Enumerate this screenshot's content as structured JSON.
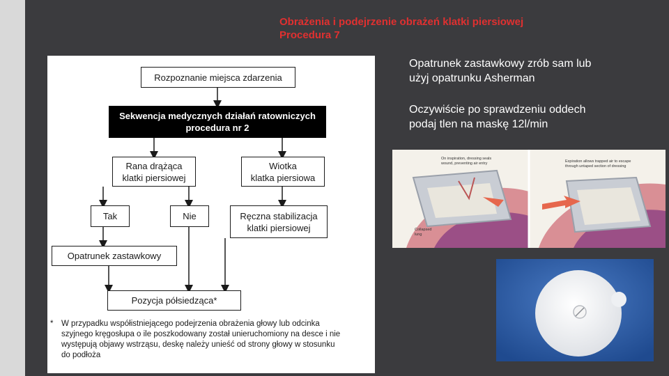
{
  "title": {
    "line1": "Obrażenia i podejrzenie obrażeń klatki piersiowej",
    "line2": "Procedura 7"
  },
  "notes": {
    "dressing_line1": "Opatrunek zastawkowy zrób sam lub",
    "dressing_line2": "użyj opatrunku Asherman",
    "oxygen_line1": "Oczywiście po sprawdzeniu oddech",
    "oxygen_line2": "podaj tlen na maskę 12l/min"
  },
  "flowchart": {
    "recognition": "Rozpoznanie miejsca zdarzenia",
    "sequence_line1": "Sekwencja medycznych działań ratowniczych",
    "sequence_line2": "procedura nr 2",
    "wound_line1": "Rana drążąca",
    "wound_line2": "klatki piersiowej",
    "flail_line1": "Wiotka",
    "flail_line2": "klatka piersiowa",
    "yes": "Tak",
    "no": "Nie",
    "stabilization_line1": "Ręczna stabilizacja",
    "stabilization_line2": "klatki piersiowej",
    "valve_dressing": "Opatrunek zastawkowy",
    "position": "Pozycja półsiedząca*",
    "footnote_star": "*",
    "footnote_line1": "W przypadku współistniejącego podejrzenia obrażenia głowy lub odcinka",
    "footnote_line2": "szyjnego kręgosłupa o ile poszkodowany został unieruchomiony na desce i nie",
    "footnote_line3": "występują objawy wstrząsu, deskę należy unieść od strony głowy w stosunku",
    "footnote_line4": "do podłoża"
  },
  "illustration": {
    "caption_left_line1": "On inspiration, dressing seals",
    "caption_left_line2": "wound, preventing air entry",
    "caption_right_line1": "Expiration allows trapped air to escape",
    "caption_right_line2": "through untaped section of dressing",
    "caption_lung_line1": "Collapsed",
    "caption_lung_line2": "lung"
  }
}
